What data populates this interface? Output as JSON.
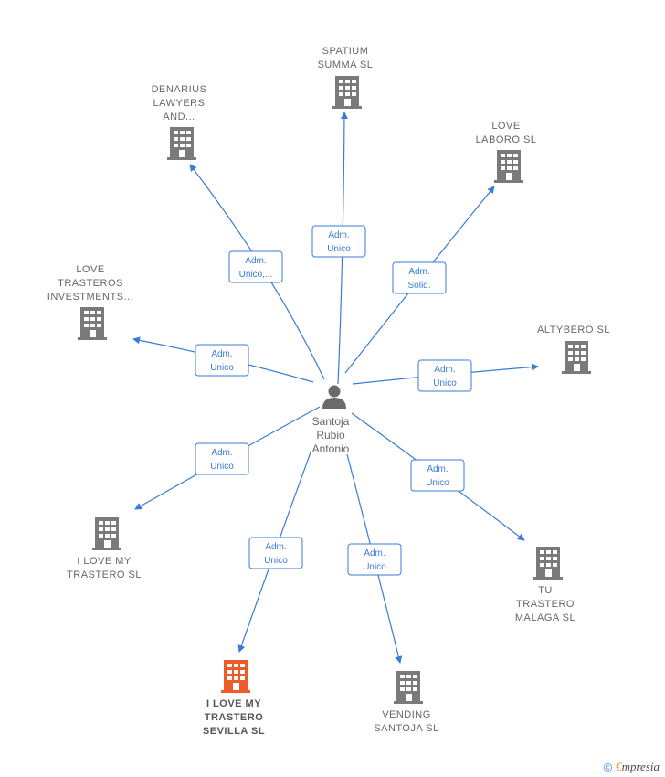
{
  "center": {
    "name_lines": [
      "Santoja",
      "Rubio",
      "Antonio"
    ],
    "icon": "person-icon"
  },
  "companies": [
    {
      "id": "spatium",
      "lines": [
        "SPATIUM",
        "SUMMA  SL"
      ],
      "role": [
        "Adm.",
        "Unico"
      ],
      "highlight": false
    },
    {
      "id": "denarius",
      "lines": [
        "DENARIUS",
        "LAWYERS",
        "AND..."
      ],
      "role": [
        "Adm.",
        "Unico,..."
      ],
      "highlight": false
    },
    {
      "id": "love-laboro",
      "lines": [
        "LOVE",
        "LABORO  SL"
      ],
      "role": [
        "Adm.",
        "Solid."
      ],
      "highlight": false
    },
    {
      "id": "love-trasteros",
      "lines": [
        "LOVE",
        "TRASTEROS",
        "INVESTMENTS..."
      ],
      "role": [
        "Adm.",
        "Unico"
      ],
      "highlight": false
    },
    {
      "id": "altybero",
      "lines": [
        "ALTYBERO  SL"
      ],
      "role": [
        "Adm.",
        "Unico"
      ],
      "highlight": false
    },
    {
      "id": "i-love-my-trastero",
      "lines": [
        "I LOVE MY",
        "TRASTERO  SL"
      ],
      "role": [
        "Adm.",
        "Unico"
      ],
      "highlight": false
    },
    {
      "id": "tu-trastero-malaga",
      "lines": [
        "TU",
        "TRASTERO",
        "MALAGA  SL"
      ],
      "role": [
        "Adm.",
        "Unico"
      ],
      "highlight": false
    },
    {
      "id": "i-love-my-trastero-sevilla",
      "lines": [
        "I LOVE MY",
        "TRASTERO",
        "SEVILLA  SL"
      ],
      "role": [
        "Adm.",
        "Unico"
      ],
      "highlight": true
    },
    {
      "id": "vending-santoja",
      "lines": [
        "VENDING",
        "SANTOJA SL"
      ],
      "role": [
        "Adm.",
        "Unico"
      ],
      "highlight": false
    }
  ],
  "colors": {
    "edge": "#3a7bd5",
    "building": "#7a7a7a",
    "building_highlight": "#f05a28",
    "person": "#6b6b6b"
  },
  "footer": {
    "copyright_symbol": "©",
    "brand_initial": "€",
    "brand_rest": "mpresia"
  }
}
